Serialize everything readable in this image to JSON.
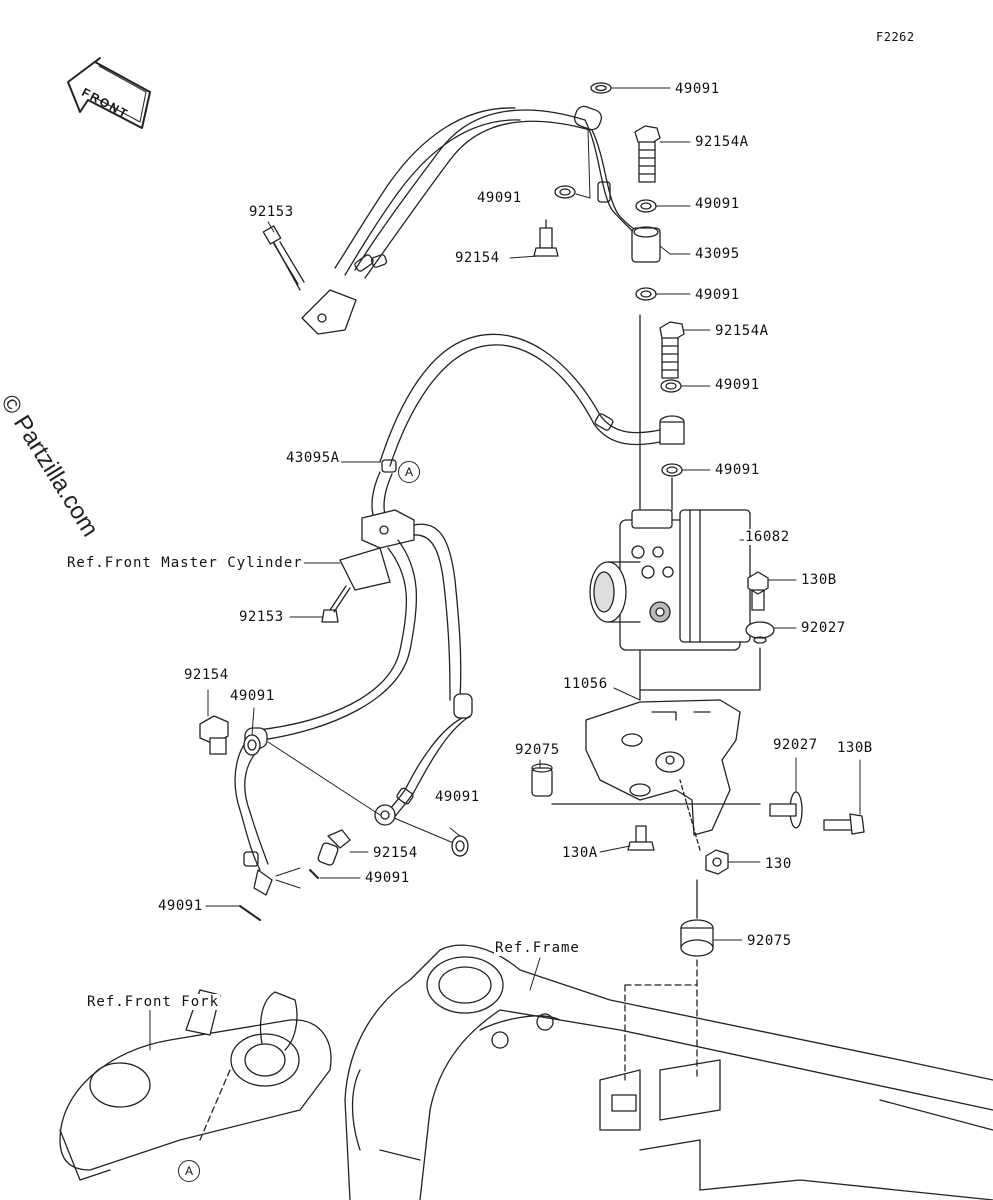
{
  "figure_id": "F2262",
  "watermark": "© Partzilla.com",
  "front_arrow": "FRONT",
  "circle_marker": "A",
  "colors": {
    "line": "#222222",
    "background": "#ffffff"
  },
  "labels": {
    "p49091_top": "49091",
    "p92154A_top": "92154A",
    "p49091_b": "49091",
    "p49091_c": "49091",
    "p43095": "43095",
    "p92153_top": "92153",
    "p92154_top": "92154",
    "p49091_d": "49091",
    "p92154A_mid": "92154A",
    "p49091_e": "49091",
    "p43095A": "43095A",
    "p49091_f": "49091",
    "p16082": "16082",
    "ref_master": "Ref.Front Master Cylinder",
    "p130B_a": "130B",
    "p92153_mid": "92153",
    "p92027_a": "92027",
    "p92154_left": "92154",
    "p49091_left": "49091",
    "p11056": "11056",
    "p92075_a": "92075",
    "p92027_b": "92027",
    "p130B_b": "130B",
    "p49091_g": "49091",
    "p92154_low": "92154",
    "p130A": "130A",
    "p130": "130",
    "p49091_h": "49091",
    "p49091_i": "49091",
    "p92075_b": "92075",
    "ref_frame": "Ref.Frame",
    "ref_fork": "Ref.Front Fork"
  }
}
